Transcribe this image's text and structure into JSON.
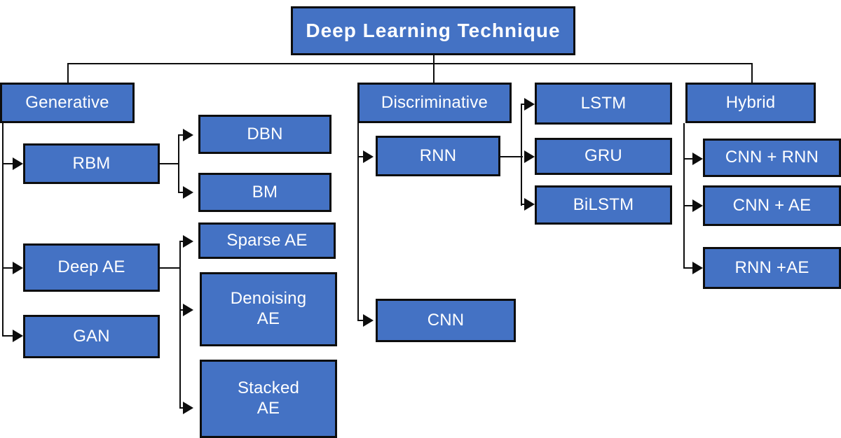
{
  "diagram": {
    "title": "Deep Learning Technique",
    "type": "tree-taxonomy",
    "palette": {
      "node_fill": "#4472C4",
      "node_border": "#0d0d0d",
      "node_text": "#ffffff",
      "background": "#ffffff",
      "connector": "#0d0d0d"
    },
    "nodes": {
      "root": "Deep Learning Technique",
      "generative": "Generative",
      "rbm": "RBM",
      "dbn": "DBN",
      "bm": "BM",
      "deep_ae": "Deep AE",
      "gan": "GAN",
      "sparse_ae": "Sparse AE",
      "denoising_ae": "Denoising\nAE",
      "stacked_ae": "Stacked\nAE",
      "discriminative": "Discriminative",
      "rnn": "RNN",
      "cnn": "CNN",
      "lstm": "LSTM",
      "gru": "GRU",
      "bilstm": "BiLSTM",
      "hybrid": "Hybrid",
      "cnn_rnn": "CNN + RNN",
      "cnn_ae": "CNN + AE",
      "rnn_ae": "RNN +AE"
    },
    "edges": [
      {
        "from": "root",
        "to": "generative"
      },
      {
        "from": "root",
        "to": "discriminative"
      },
      {
        "from": "root",
        "to": "hybrid"
      },
      {
        "from": "generative",
        "to": "rbm"
      },
      {
        "from": "generative",
        "to": "deep_ae"
      },
      {
        "from": "generative",
        "to": "gan"
      },
      {
        "from": "rbm",
        "to": "dbn"
      },
      {
        "from": "rbm",
        "to": "bm"
      },
      {
        "from": "deep_ae",
        "to": "sparse_ae"
      },
      {
        "from": "deep_ae",
        "to": "denoising_ae"
      },
      {
        "from": "deep_ae",
        "to": "stacked_ae"
      },
      {
        "from": "discriminative",
        "to": "rnn"
      },
      {
        "from": "discriminative",
        "to": "cnn"
      },
      {
        "from": "rnn",
        "to": "lstm"
      },
      {
        "from": "rnn",
        "to": "gru"
      },
      {
        "from": "rnn",
        "to": "bilstm"
      },
      {
        "from": "hybrid",
        "to": "cnn_rnn"
      },
      {
        "from": "hybrid",
        "to": "cnn_ae"
      },
      {
        "from": "hybrid",
        "to": "rnn_ae"
      }
    ]
  }
}
